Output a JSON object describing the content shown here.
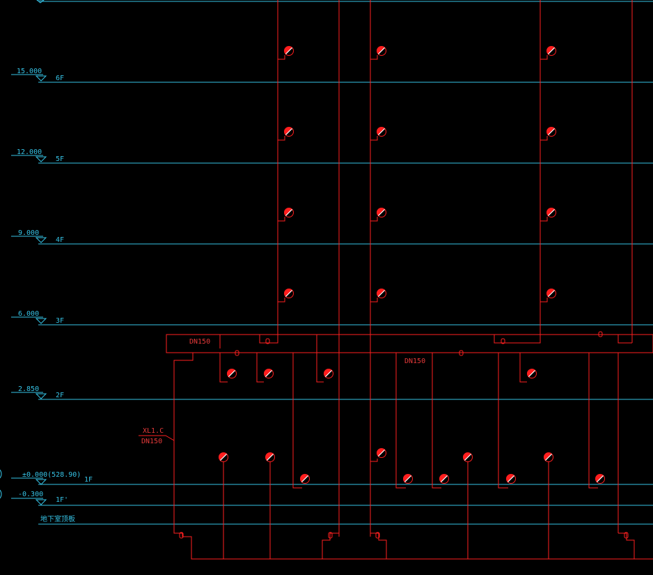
{
  "colors": {
    "background": "#000000",
    "level_line": "#36c3e6",
    "pipe": "#ff2020",
    "head": "#ff1e1e",
    "text_red": "#e83a3a"
  },
  "levels": [
    {
      "key": "f6",
      "elev": "15.000",
      "floor": "6F"
    },
    {
      "key": "f5",
      "elev": "12.000",
      "floor": "5F"
    },
    {
      "key": "f4",
      "elev": "9.000",
      "floor": "4F"
    },
    {
      "key": "f3",
      "elev": "6.000",
      "floor": "3F"
    },
    {
      "key": "f2",
      "elev": "2.850",
      "floor": "2F"
    },
    {
      "key": "f1",
      "elev": "±0.000(528.90)",
      "floor": "1F"
    },
    {
      "key": "f1p",
      "elev": "-0.300",
      "floor": "1F'"
    }
  ],
  "basement_label": "地下室顶板",
  "pipe_labels": {
    "dn150_a": "DN150",
    "dn150_b": "DN150",
    "riser_tag": "XL1.C",
    "riser_dn": "DN150"
  },
  "icons": {
    "sprinkler": "sprinkler-head-icon",
    "valve": "valve-icon",
    "level_marker": "level-triangle-icon"
  }
}
